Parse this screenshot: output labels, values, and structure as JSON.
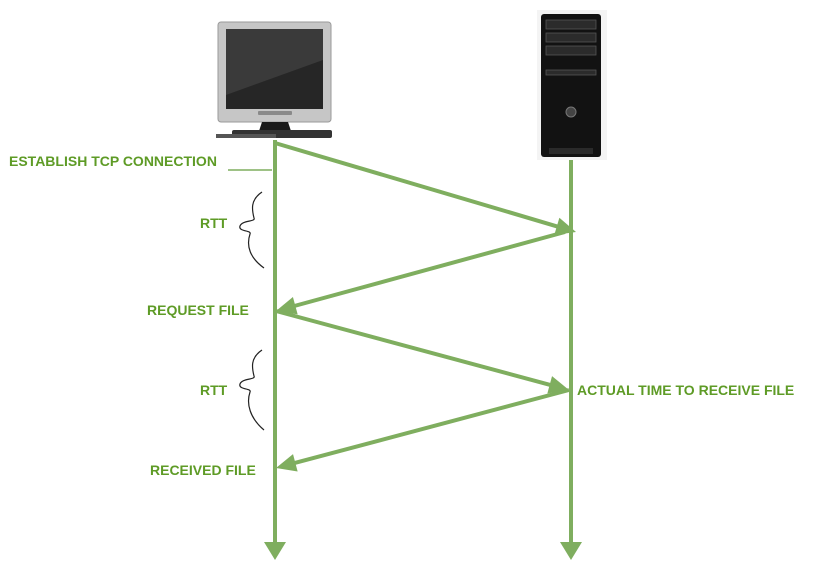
{
  "colors": {
    "line": "#7fae5f",
    "text": "#5e9b26",
    "monitor_frame": "#bdbdbd",
    "monitor_screen": "#2a2a2a",
    "tower_body": "#111111",
    "brace": "#222222"
  },
  "icons": {
    "client": "monitor-icon",
    "server": "server-tower-icon"
  },
  "labels": {
    "establish": "ESTABLISH TCP CONNECTION",
    "rtt_1": "RTT",
    "request": "REQUEST FILE",
    "rtt_2": "RTT",
    "actual_time": "ACTUAL TIME TO RECEIVE FILE",
    "received": "RECEIVED FILE"
  }
}
